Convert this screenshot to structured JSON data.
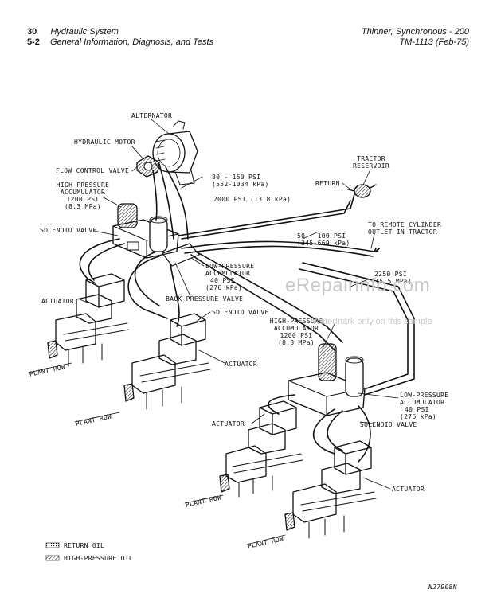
{
  "header": {
    "left_num_1": "30",
    "left_title_1": "Hydraulic System",
    "left_num_2": "5-2",
    "left_title_2": "General Information, Diagnosis, and Tests",
    "right_1": "Thinner, Synchronous - 200",
    "right_2": "TM-1113   (Feb-75)"
  },
  "labels": {
    "alternator": "ALTERNATOR",
    "hydraulic_motor": "HYDRAULIC MOTOR",
    "flow_control_valve": "FLOW CONTROL VALVE",
    "hp_acc_1_a": "HIGH-PRESSURE",
    "hp_acc_1_b": "ACCUMULATOR",
    "hp_acc_1_c": "1200 PSI",
    "hp_acc_1_d": "(8.3 MPa)",
    "solenoid_valve_1": "SOLENOID VALVE",
    "actuator_1": "ACTUATOR",
    "plant_row_1": "PLANT ROW",
    "psi_80_150_a": "80 - 150 PSI",
    "psi_80_150_b": "(552-1034 kPa)",
    "psi_2000": "2000 PSI (13.8 kPa)",
    "tractor_reservoir_a": "TRACTOR",
    "tractor_reservoir_b": "RESERVOIR",
    "return": "RETURN",
    "remote_cyl_a": "TO REMOTE CYLINDER",
    "remote_cyl_b": "OUTLET IN TRACTOR",
    "psi_50_100_a": "50 - 100 PSI",
    "psi_50_100_b": "(345-669 kPa)",
    "lp_acc_1_a": "LOW-PRESSURE",
    "lp_acc_1_b": "ACCUMULATOR",
    "lp_acc_1_c": "40 PSI",
    "lp_acc_1_d": "(276 kPa)",
    "psi_2250_a": "2250 PSI",
    "psi_2250_b": "(15.5 MPa)",
    "back_pressure_valve": "BACK-PRESSURE VALVE",
    "solenoid_valve_2": "SOLENOID VALVE",
    "actuator_2": "ACTUATOR",
    "plant_row_2": "PLANT ROW",
    "hp_acc_2_a": "HIGH-PRESSURE",
    "hp_acc_2_b": "ACCUMULATOR",
    "hp_acc_2_c": "1200 PSI",
    "hp_acc_2_d": "(8.3 MPa)",
    "lp_acc_2_a": "LOW-PRESSURE",
    "lp_acc_2_b": "ACCUMULATOR",
    "lp_acc_2_c": "40 PSI",
    "lp_acc_2_d": "(276 kPa)",
    "actuator_3": "ACTUATOR",
    "solenoid_valve_3": "SOLENOID VALVE",
    "plant_row_3": "PLANT ROW",
    "actuator_4": "ACTUATOR",
    "plant_row_4": "PLANT ROW"
  },
  "legend": {
    "return_oil": "RETURN OIL",
    "high_pressure_oil": "HIGH-PRESSURE OIL"
  },
  "figure_id": "N27908N",
  "watermark": {
    "site": "eRepairinfo.com",
    "note": "Watermark only on this sample"
  },
  "colors": {
    "ink": "#111111",
    "watermark": "#c8c8c8"
  }
}
